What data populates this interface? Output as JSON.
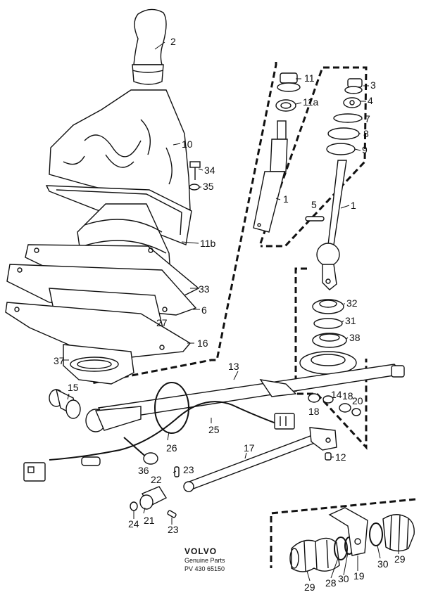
{
  "brand": {
    "name": "VOLVO",
    "subtitle": "Genuine Parts",
    "reference": "PV 430 65150"
  },
  "callouts": {
    "c2": "2",
    "c10": "10",
    "c34": "34",
    "c35": "35",
    "c11b": "11b",
    "c33": "33",
    "c6": "6",
    "c27": "27",
    "c16": "16",
    "c11": "11",
    "c11a": "11a",
    "c1a": "1",
    "c3": "3",
    "c4": "4",
    "c7": "7",
    "c8": "8",
    "c9": "9",
    "c5": "5",
    "c1b": "1",
    "c32": "32",
    "c31": "31",
    "c38": "38",
    "c37": "37",
    "c15": "15",
    "c13": "13",
    "c14": "14",
    "c18a": "18",
    "c18b": "18",
    "c20": "20",
    "c25": "25",
    "c26": "26",
    "c17": "17",
    "c12": "12",
    "c36": "36",
    "c23a": "23",
    "c22": "22",
    "c24": "24",
    "c21": "21",
    "c23b": "23",
    "c29a": "29",
    "c28": "28",
    "c30a": "30",
    "c19": "19",
    "c30b": "30",
    "c29b": "29"
  }
}
